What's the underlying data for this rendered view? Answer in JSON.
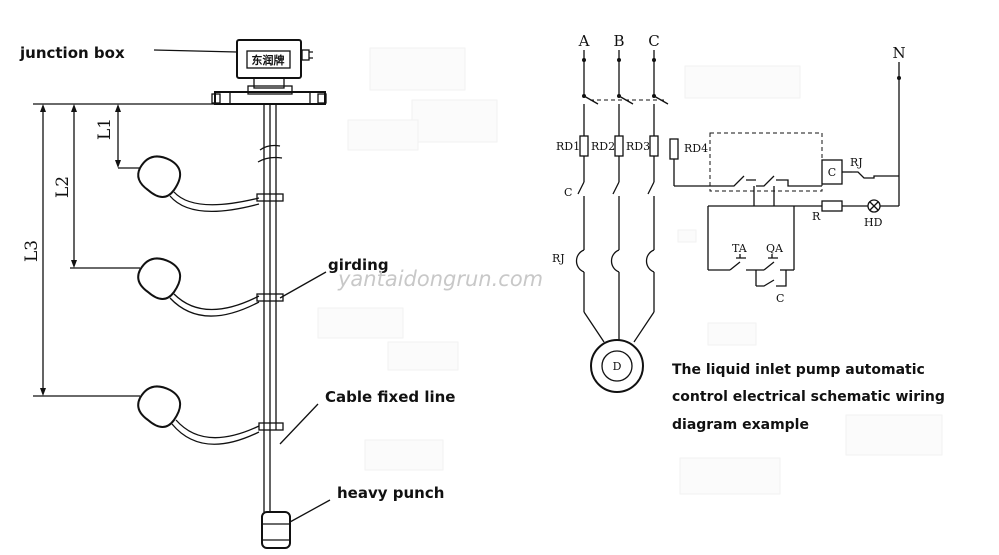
{
  "left_labels": {
    "junction_box": "junction box",
    "girding": "girding",
    "cable_fixed_line": "Cable fixed line",
    "heavy_punch": "heavy punch",
    "box_brand": "东润牌"
  },
  "dimensions": {
    "l1": "L1",
    "l2": "L2",
    "l3": "L3"
  },
  "watermark": "yantaidongrun.com",
  "schematic": {
    "phase_a": "A",
    "phase_b": "B",
    "phase_c": "C",
    "neutral": "N",
    "rd1": "RD1",
    "rd2": "RD2",
    "rd3": "RD3",
    "rd4": "RD4",
    "contactor_main": "C",
    "contactor_coil": "C",
    "contactor_aux": "C",
    "thermal_relay": "RJ",
    "thermal_relay_contact": "RJ",
    "resistor": "R",
    "lamp": "HD",
    "button_ta": "TA",
    "button_qa": "QA",
    "motor": "D"
  },
  "caption": {
    "line1": "The liquid inlet pump automatic",
    "line2": "control electrical schematic wiring",
    "line3": "diagram example"
  }
}
